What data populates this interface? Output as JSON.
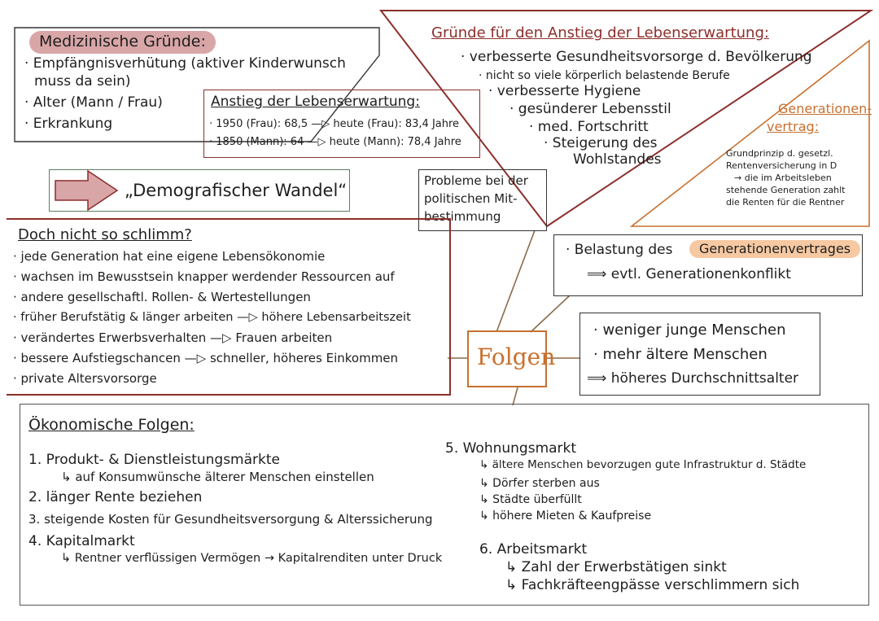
{
  "medizinisch": {
    "title": "Medizinische Gründe:",
    "items": [
      "· Empfängnisverhütung (aktiver Kinderwunsch",
      "muss da sein)",
      "· Alter (Mann / Frau)",
      "· Erkrankung"
    ]
  },
  "anstieg": {
    "title": "Anstieg der Lebenserwartung:",
    "line1": "· 1950 (Frau): 68,5 —▷ heute (Frau): 83,4 Jahre",
    "line2": "· 1850 (Mann): 64 —▷ heute (Mann): 78,4 Jahre"
  },
  "gruende": {
    "title": "Gründe für den Anstieg der Lebenserwartung:",
    "items": [
      "· verbesserte Gesundheitsvorsorge d. Bevölkerung",
      "· nicht so viele körperlich belastende Berufe",
      "· verbesserte Hygiene",
      "· gesünderer Lebensstil",
      "· med. Fortschritt",
      "· Steigerung des",
      "Wohlstandes"
    ]
  },
  "generationenvertrag": {
    "title_1": "Generationen-",
    "title_2": "vertrag:",
    "lines": [
      "Grundprinzip d. gesetzl.",
      "Rentenversicherung in D",
      "→ die im Arbeitsleben",
      "stehende Generation zahlt",
      "die Renten für die Rentner"
    ]
  },
  "demografie": {
    "label": "„Demografischer Wandel“"
  },
  "probleme": {
    "lines": [
      "Probleme bei der",
      "politischen Mit-",
      "bestimmung"
    ]
  },
  "doch": {
    "title": "Doch nicht so schlimm?",
    "items": [
      "· jede Generation hat eine eigene Lebensökonomie",
      "· wachsen im Bewusstsein knapper werdender Ressourcen auf",
      "· andere gesellschaftl. Rollen- & Wertestellungen",
      "· früher Berufstätig & länger arbeiten —▷ höhere Lebensarbeitszeit",
      "· verändertes Erwerbsverhalten —▷ Frauen arbeiten",
      "· bessere Aufstiegschancen —▷ schneller, höheres Einkommen",
      "· private Altersvorsorge"
    ]
  },
  "belastung": {
    "prefix": "· Belastung des",
    "highlight": "Generationenvertrages",
    "line2": "⟹ evtl. Generationenkonflikt"
  },
  "folgen": {
    "label": "Folgen"
  },
  "menschen": {
    "items": [
      "· weniger junge Menschen",
      "· mehr ältere Menschen",
      "⟹ höheres Durchschnittsalter"
    ]
  },
  "oekonomisch": {
    "title": "Ökonomische Folgen:",
    "left": [
      "1. Produkt- & Dienstleistungsmärkte",
      "↳ auf Konsumwünsche älterer Menschen einstellen",
      "2. länger Rente beziehen",
      "3. steigende Kosten für Gesundheitsversorgung & Alterssicherung",
      "4. Kapitalmarkt",
      "↳ Rentner verflüssigen Vermögen → Kapitalrenditen unter Druck"
    ],
    "right": [
      "5. Wohnungsmarkt",
      "↳ ältere Menschen bevorzugen gute Infrastruktur d. Städte",
      "↳ Dörfer sterben aus",
      "↳ Städte überfüllt",
      "↳ höhere Mieten & Kaufpreise",
      "6. Arbeitsmarkt",
      "↳ Zahl der Erwerbstätigen sinkt",
      "↳ Fachkräfteengpässe verschlimmern sich"
    ]
  },
  "colors": {
    "darkred": "#8c2f2b",
    "orange": "#c8702e",
    "pink": "#d9a6a8",
    "peach": "#f6c9a3",
    "arrow": "#c98b8b",
    "green": "#5b7f5b",
    "brownline": "#8b6a4a"
  }
}
